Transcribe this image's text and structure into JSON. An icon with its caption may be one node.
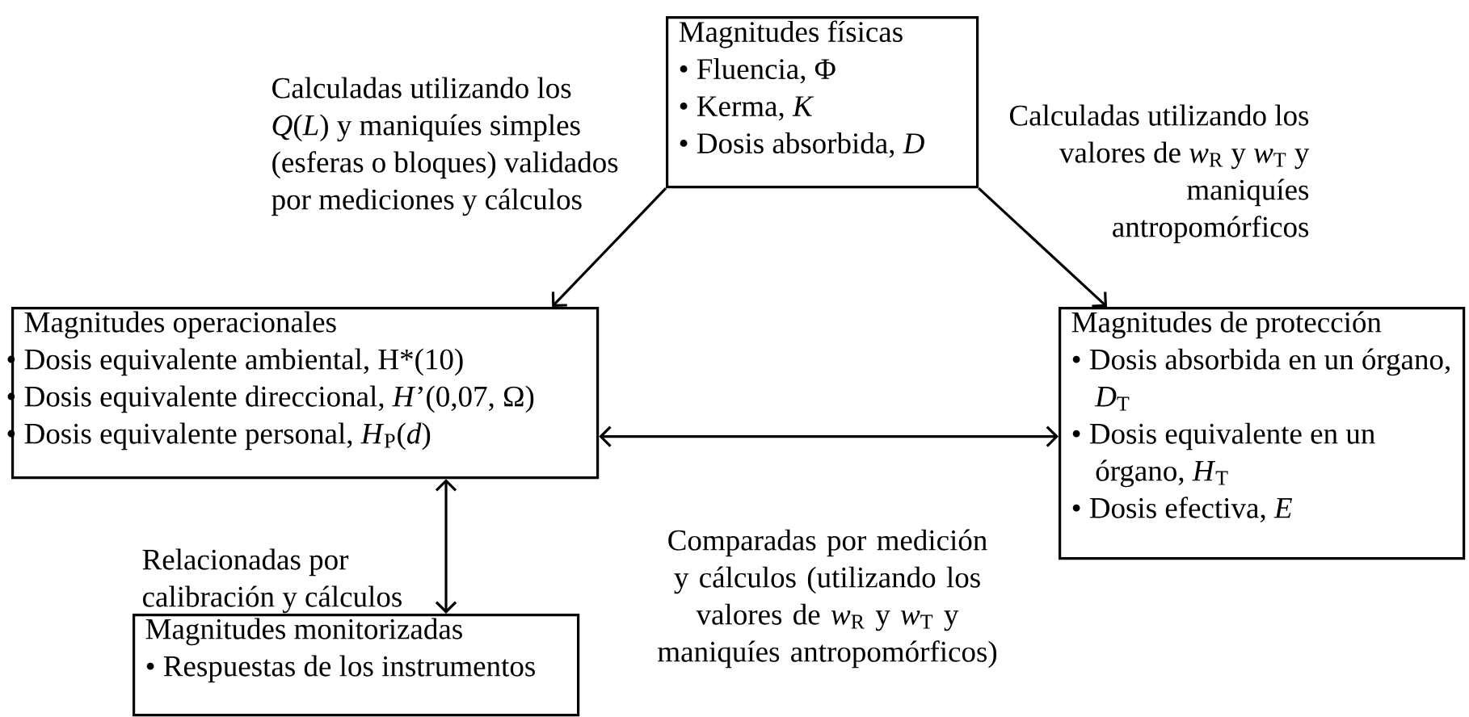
{
  "diagram": {
    "nodes": [
      {
        "text": [
          "Magnitudes físicas",
          "• Fluencia, Φ",
          "• Kerma, *K*",
          "• Dosis absorbida, *D*"
        ]
      },
      {
        "text": [
          "Magnitudes operacionales",
          "• Dosis equivalente ambiental, H*(10)",
          "• Dosis equivalente direccional, *H*’(0,07, Ω)",
          "• Dosis equivalente personal, *H*$_{P}$(*d*)"
        ]
      },
      {
        "text": [
          "Magnitudes de protección",
          "• Dosis absorbida en un órgano, *D*$_{T}$",
          "• Dosis equivalente en un órgano, *H*$_{T}$",
          "• Dosis efectiva, *E*"
        ]
      },
      {
        "text": [
          "Magnitudes monitorizadas",
          "• Respuestas de los instrumentos"
        ]
      }
    ],
    "edges": [
      {
        "from": 0,
        "to": 1,
        "arrow": "to",
        "label": "Calculadas utilizando los *Q*(*L*) y maniquíes simples (esferas o bloques) validados por mediciones y cálculos"
      },
      {
        "from": 0,
        "to": 2,
        "arrow": "to",
        "label": "Calculadas utilizando los valores de *w*$_{R}$ y *w*$_{T}$ y maniquíes antropomórficos"
      },
      {
        "from": 1,
        "to": 2,
        "arrow": "both",
        "label": "Comparadas por medición y cálculos (utilizando los valores de *w*$_{R}$ y *w*$_{T}$ y maniquíes antropomórficos)"
      },
      {
        "from": 1,
        "to": 3,
        "arrow": "both",
        "label": "Relacionadas por calibración y cálculos"
      }
    ]
  }
}
